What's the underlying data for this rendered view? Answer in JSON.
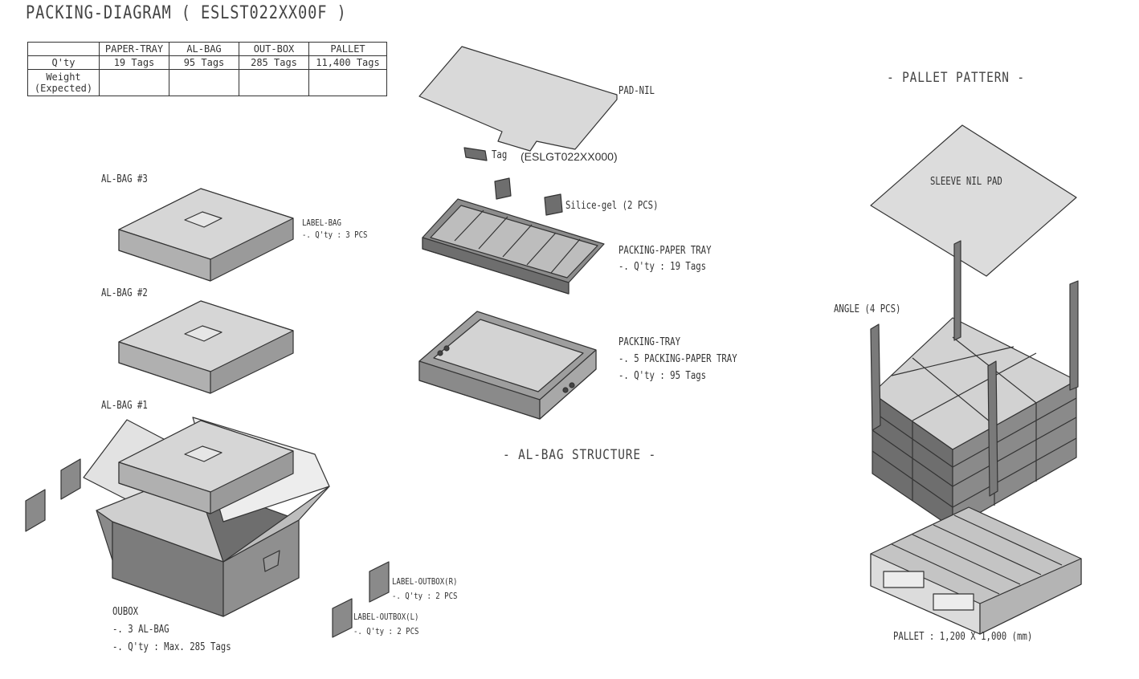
{
  "title": "PACKING-DIAGRAM ( ESLST022XX00F )",
  "table": {
    "headers": [
      "",
      "PAPER-TRAY",
      "AL-BAG",
      "OUT-BOX",
      "PALLET"
    ],
    "rows": [
      {
        "label": "Q'ty",
        "values": [
          "19 Tags",
          "95 Tags",
          "285 Tags",
          "11,400 Tags"
        ]
      },
      {
        "label": "Weight\n(Expected)",
        "values": [
          "",
          "",
          "",
          ""
        ]
      }
    ]
  },
  "labels": {
    "al_bag_3": "AL-BAG #3",
    "al_bag_2": "AL-BAG #2",
    "al_bag_1": "AL-BAG #1",
    "label_bag": "LABEL-BAG\n-. Q'ty : 3 PCS",
    "oubox": "OUBOX\n-. 3 AL-BAG\n-. Q'ty : Max. 285 Tags",
    "label_outbox_r": "LABEL-OUTBOX(R)\n-. Q'ty : 2 PCS",
    "label_outbox_l": "LABEL-OUTBOX(L)\n-. Q'ty : 2 PCS",
    "pad_nil": "PAD-NIL",
    "tag_prefix": "Tag",
    "tag_model": "(ESLGT022XX000)",
    "silica_gel": "Silice-gel (2 PCS)",
    "packing_paper_tray": "PACKING-PAPER TRAY\n-. Q'ty : 19 Tags",
    "packing_tray": "PACKING-TRAY\n-. 5 PACKING-PAPER TRAY\n-. Q'ty : 95 Tags",
    "al_bag_structure": "- AL-BAG STRUCTURE -",
    "pallet_pattern": "- PALLET PATTERN -",
    "sleeve_nil_pad": "SLEEVE NIL PAD",
    "angle": "ANGLE (4 PCS)",
    "pallet": "PALLET : 1,200 X 1,000 (mm)"
  },
  "colors": {
    "line": "#333333",
    "fill_light": "#d6d6d6",
    "fill_mid": "#9a9a9a",
    "fill_dark": "#6e6e6e"
  }
}
